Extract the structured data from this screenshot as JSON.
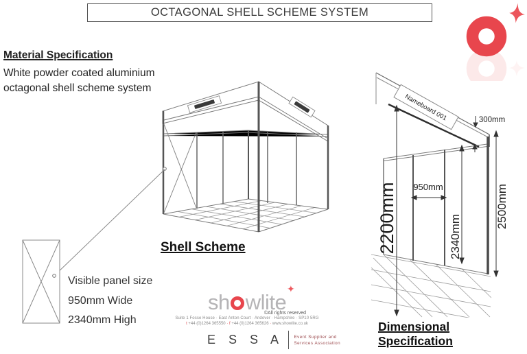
{
  "title": "OCTAGONAL SHELL SCHEME SYSTEM",
  "material_spec": {
    "heading": "Material Specification",
    "line1": "White powder coated aluminium",
    "line2": "octagonal shell scheme system"
  },
  "shell_scheme_label": "Shell Scheme",
  "dimensional_spec_label": "Dimensional Specification",
  "panel_info": {
    "line1": "Visible panel size",
    "line2": "950mm Wide",
    "line3": "2340mm High"
  },
  "nameboard_label": "Nameboard 001",
  "dimensions": {
    "fascia_height": "300mm",
    "panel_width": "950mm",
    "panel_height": "2340mm",
    "headroom": "2200mm",
    "overall_height": "2500mm"
  },
  "showlite": {
    "wordmark_left": "sh",
    "wordmark_right": "wlite",
    "spark": "✦",
    "copyright": "©All rights reserved",
    "address": "Suite 1 Fosse House  ·  East Anton Court  ·  Andover  ·  Hampshire  ·  SP10 5RG",
    "tel_label": "t",
    "tel": " +44 (0)1264 365550  ",
    "sep": "·",
    "fax_label": "  f",
    "fax": " +44 (0)1264 365626  ",
    "web": "  www.showlite.co.uk"
  },
  "essa": {
    "letters": "E S S A",
    "tagline1": "Event Supplier and",
    "tagline2": "Services Association"
  },
  "colors": {
    "brand_red": "#e8464d",
    "logo_gray": "#b5b4b6"
  }
}
